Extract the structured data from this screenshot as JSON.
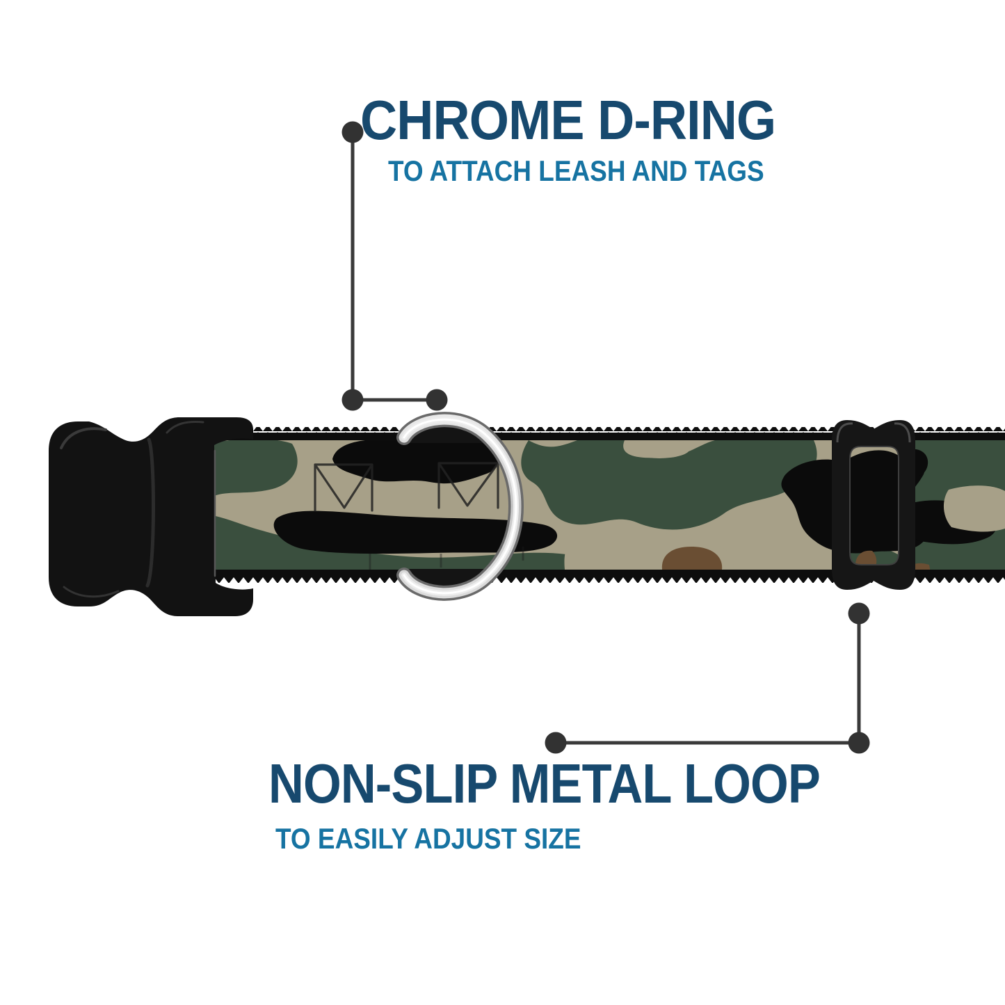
{
  "image": {
    "kind": "annotated product feature image",
    "subject": "camouflage dog collar",
    "background_color": "#ffffff"
  },
  "callouts": {
    "top": {
      "title": "CHROME D-RING",
      "subtitle": "TO ATTACH LEASH AND TAGS",
      "title_color": "#17496e",
      "subtitle_color": "#1673a2"
    },
    "bottom": {
      "title": "NON-SLIP METAL LOOP",
      "subtitle": "TO EASILY ADJUST SIZE",
      "title_color": "#17496e",
      "subtitle_color": "#1673a2"
    }
  },
  "leader_lines": {
    "line_color": "#3a3a3a",
    "dot_color": "#323232"
  },
  "collar": {
    "webbing_pattern": "woodland camouflage",
    "camo_colors": {
      "tan": "#a7a088",
      "green": "#3a4f3e",
      "black": "#0b0b0b",
      "brown": "#6a4e33"
    },
    "parts": [
      {
        "label": "side release buckle",
        "color": "#121212"
      },
      {
        "label": "chrome d-ring",
        "color": "#cfcfcf"
      },
      {
        "label": "metal tri-glide loop",
        "color": "#161616"
      }
    ]
  }
}
